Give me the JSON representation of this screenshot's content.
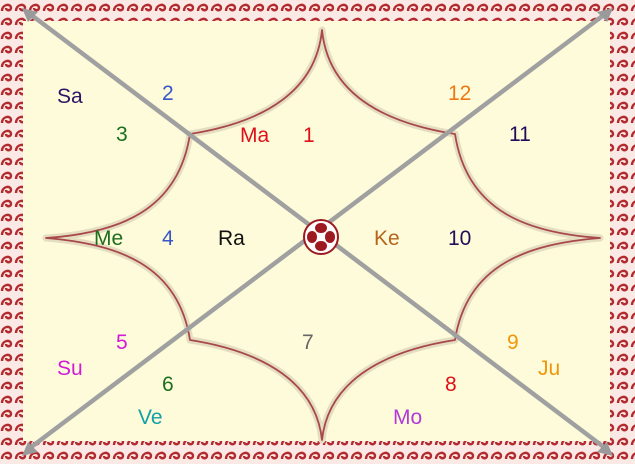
{
  "houses": [
    {
      "number": "1",
      "color": "#e0101a"
    },
    {
      "number": "2",
      "color": "#3a55c8"
    },
    {
      "number": "3",
      "color": "#1d6e1d"
    },
    {
      "number": "4",
      "color": "#3a55c8"
    },
    {
      "number": "5",
      "color": "#d21ad8"
    },
    {
      "number": "6",
      "color": "#1d6e1d"
    },
    {
      "number": "7",
      "color": "#666666"
    },
    {
      "number": "8",
      "color": "#e0101a"
    },
    {
      "number": "9",
      "color": "#f0960a"
    },
    {
      "number": "10",
      "color": "#1f0f5a"
    },
    {
      "number": "11",
      "color": "#1f0f5a"
    },
    {
      "number": "12",
      "color": "#f07814"
    }
  ],
  "planets": [
    {
      "name": "Ma",
      "color": "#e0101a"
    },
    {
      "name": "Sa",
      "color": "#2a1466"
    },
    {
      "name": "Me",
      "color": "#1d6e1d"
    },
    {
      "name": "Ra",
      "color": "#111111"
    },
    {
      "name": "Ke",
      "color": "#b5651d"
    },
    {
      "name": "Su",
      "color": "#d21ad8"
    },
    {
      "name": "Ve",
      "color": "#13a0a8"
    },
    {
      "name": "Mo",
      "color": "#b23ad8"
    },
    {
      "name": "Ju",
      "color": "#f0960a"
    }
  ],
  "colors": {
    "background": "#fdfbd9",
    "border": "#b32b2f",
    "border_light": "#fbe9e6",
    "lotus_line": "#a8484c",
    "diagonal": "#a0a0a0",
    "center_ornament": "#9d1b20"
  }
}
